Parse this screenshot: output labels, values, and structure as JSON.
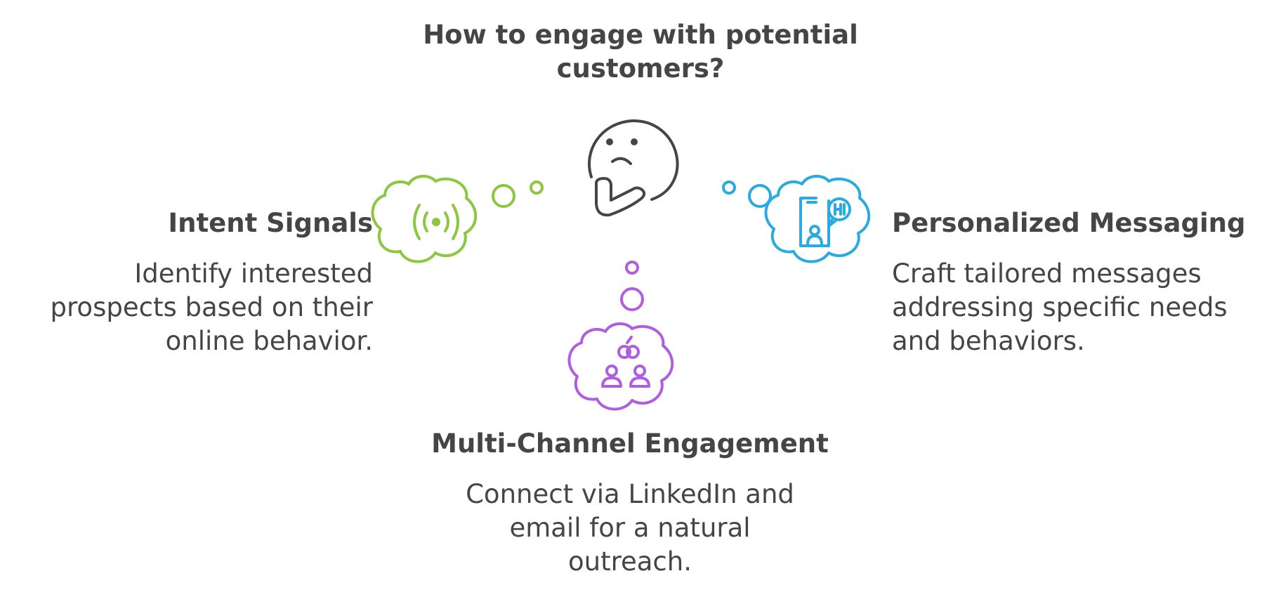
{
  "title": {
    "line1": "How to engage with potential",
    "line2": "customers?"
  },
  "center_icon": "thinking-face-icon",
  "items": [
    {
      "heading": "Intent Signals",
      "description_lines": [
        "Identify interested",
        "prospects based on their",
        "online behavior."
      ],
      "icon": "signal-broadcast-icon",
      "color": "#8DC63F"
    },
    {
      "heading": "Personalized Messaging",
      "description_lines": [
        "Craft tailored messages",
        "addressing specific needs",
        "and behaviors."
      ],
      "icon": "phone-chat-hi-icon",
      "color": "#29ABE2"
    },
    {
      "heading": "Multi-Channel Engagement",
      "description_lines": [
        "Connect via LinkedIn and",
        "email for a natural",
        "outreach."
      ],
      "icon": "people-link-icon",
      "color": "#B15DE0"
    }
  ],
  "text_color": "#454545"
}
